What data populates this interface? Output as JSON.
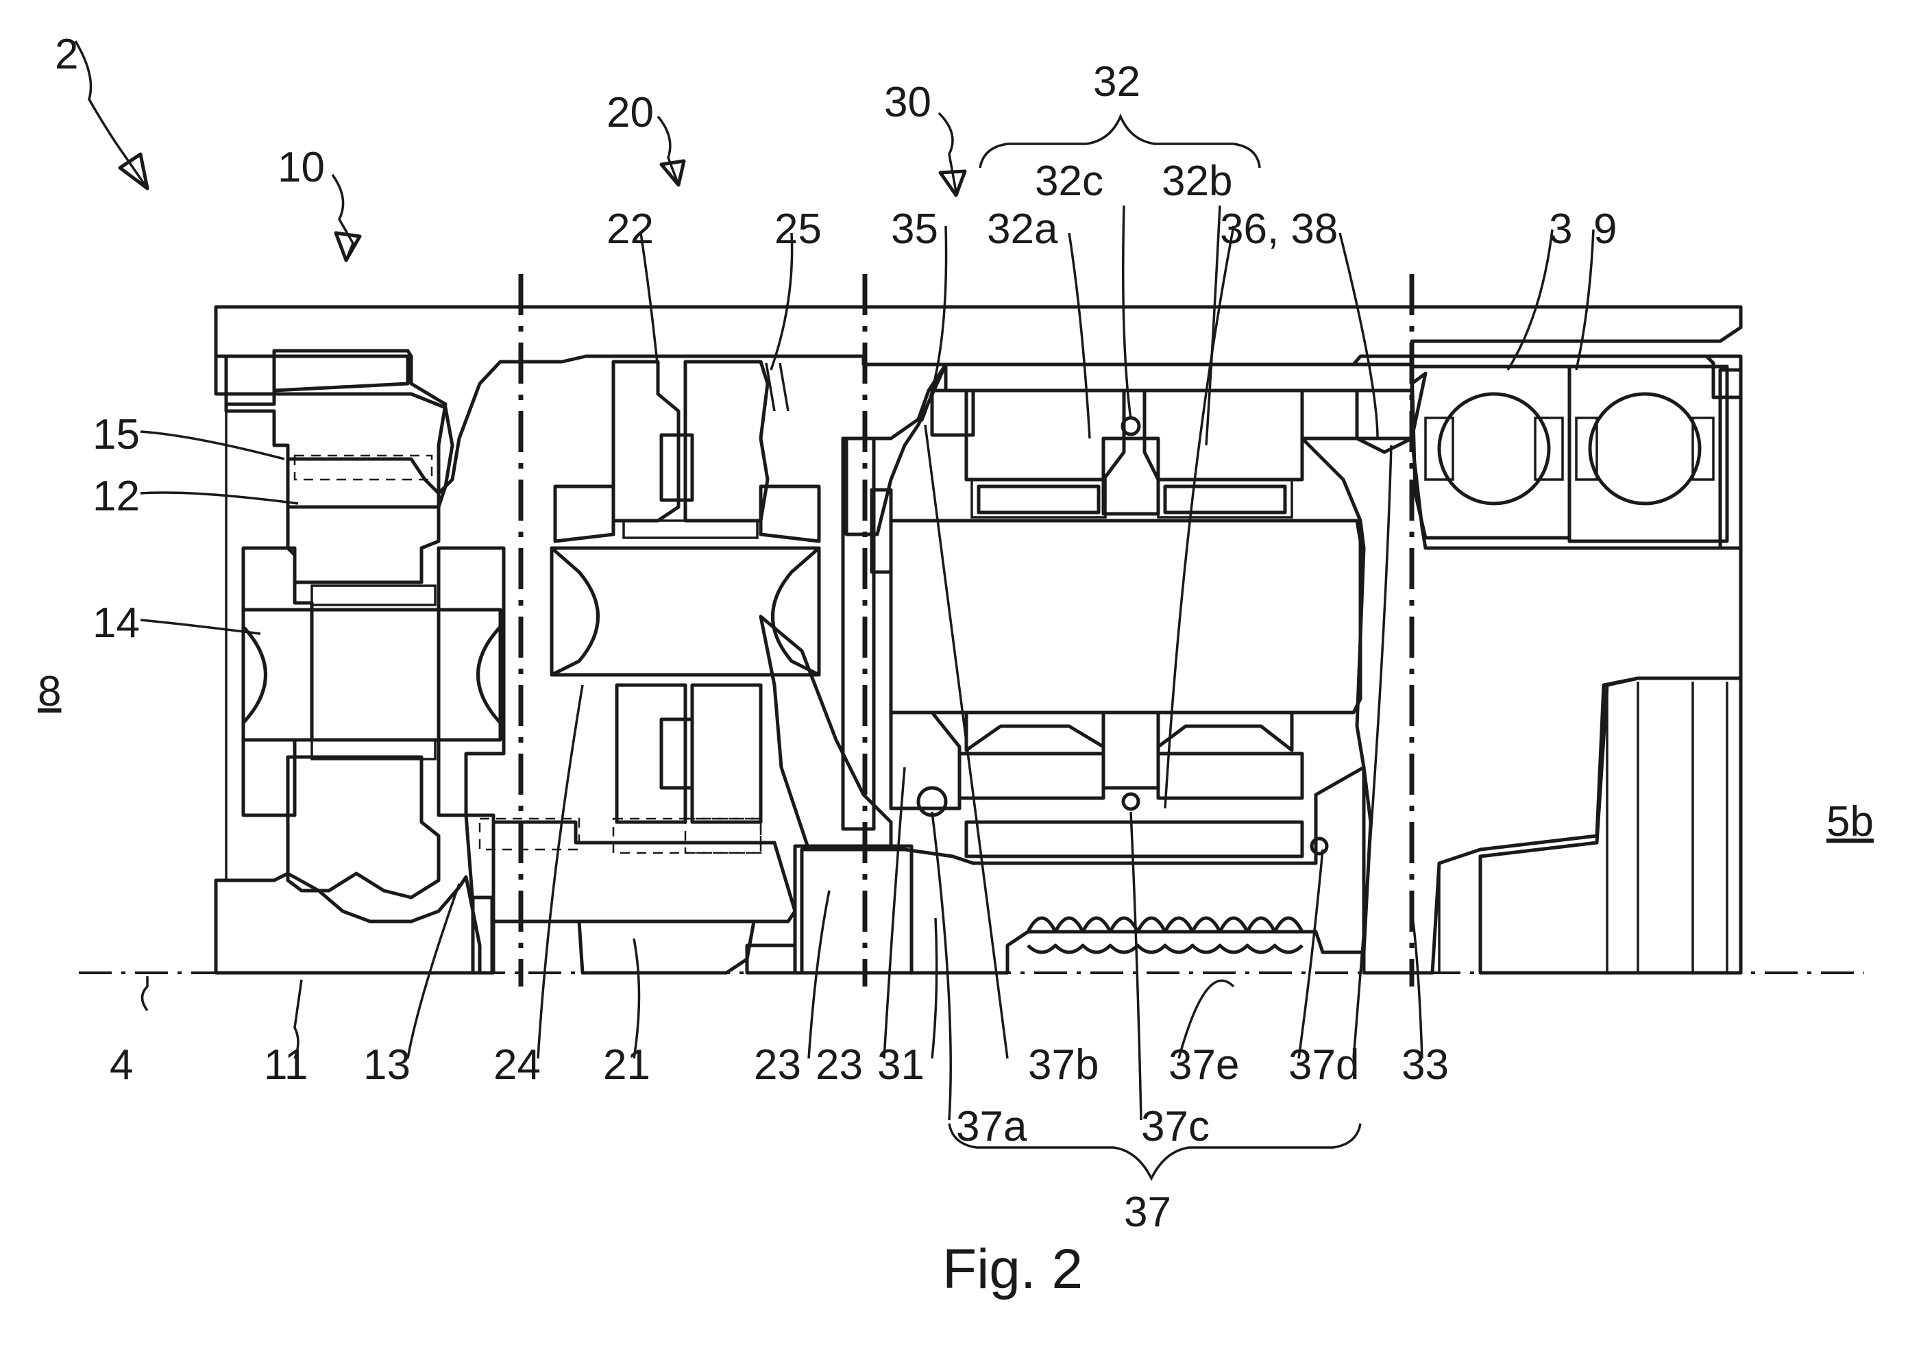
{
  "figure": {
    "caption": "Fig. 2",
    "labels": {
      "l2": "2",
      "l10": "10",
      "l20": "20",
      "l30": "30",
      "l32": "32",
      "l22": "22",
      "l25": "25",
      "l35": "35",
      "l32a": "32a",
      "l32c": "32c",
      "l32b": "32b",
      "l36_38": "36, 38",
      "l3": "3",
      "l9": "9",
      "l15": "15",
      "l12": "12",
      "l14": "14",
      "l8": "8",
      "l5b": "5b",
      "l4": "4",
      "l11": "11",
      "l13": "13",
      "l24": "24",
      "l21": "21",
      "l23a": "23",
      "l23b": "23",
      "l31": "31",
      "l37b": "37b",
      "l37e": "37e",
      "l37d": "37d",
      "l33": "33",
      "l37a": "37a",
      "l37c": "37c",
      "l37": "37"
    }
  }
}
